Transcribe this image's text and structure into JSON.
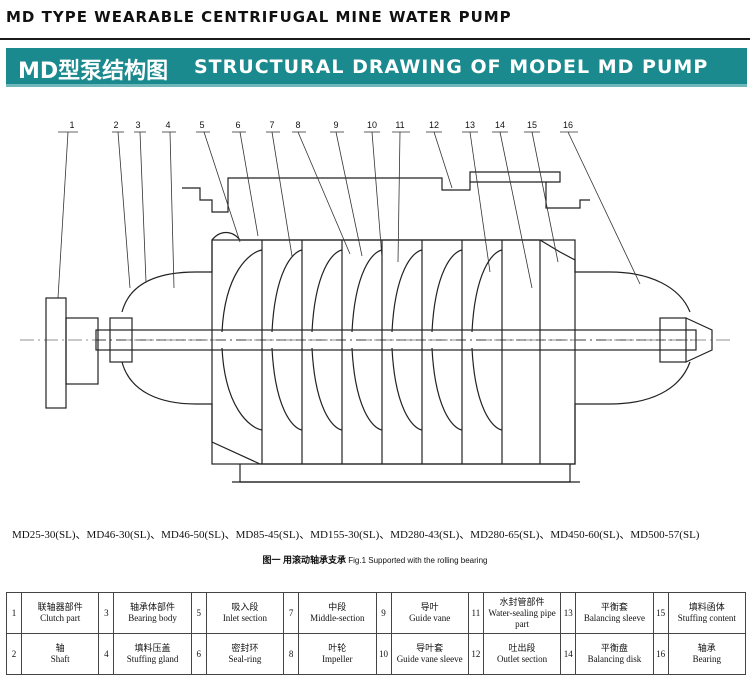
{
  "header": {
    "top_title": "MD TYPE WEARABLE CENTRIFUGAL MINE WATER PUMP",
    "banner_cn": "MD型泵结构图",
    "banner_en": "STRUCTURAL DRAWING OF MODEL MD PUMP"
  },
  "drawing": {
    "callouts": [
      "1",
      "2",
      "3",
      "4",
      "5",
      "6",
      "7",
      "8",
      "9",
      "10",
      "11",
      "12",
      "13",
      "14",
      "15",
      "16"
    ]
  },
  "models": "MD25-30(SL)、MD46-30(SL)、MD46-50(SL)、MD85-45(SL)、MD155-30(SL)、MD280-43(SL)、MD280-65(SL)、MD450-60(SL)、MD500-57(SL)",
  "caption": {
    "cn": "图一 用滚动轴承支承",
    "en": "Fig.1 Supported with the rolling bearing"
  },
  "parts": [
    {
      "no": "1",
      "zh": "联轴器部件",
      "en": "Clutch part"
    },
    {
      "no": "3",
      "zh": "轴承体部件",
      "en": "Bearing body"
    },
    {
      "no": "5",
      "zh": "吸入段",
      "en": "Inlet section"
    },
    {
      "no": "7",
      "zh": "中段",
      "en": "Middle-section"
    },
    {
      "no": "9",
      "zh": "导叶",
      "en": "Guide vane"
    },
    {
      "no": "11",
      "zh": "水封管部件",
      "en": "Water-sealing pipe part"
    },
    {
      "no": "13",
      "zh": "平衡套",
      "en": "Balancing sleeve"
    },
    {
      "no": "15",
      "zh": "填料函体",
      "en": "Stuffing content"
    },
    {
      "no": "2",
      "zh": "轴",
      "en": "Shaft"
    },
    {
      "no": "4",
      "zh": "填料压盖",
      "en": "Stuffing gland"
    },
    {
      "no": "6",
      "zh": "密封环",
      "en": "Seal-ring"
    },
    {
      "no": "8",
      "zh": "叶轮",
      "en": "Impeller"
    },
    {
      "no": "10",
      "zh": "导叶套",
      "en": "Guide vane sleeve"
    },
    {
      "no": "12",
      "zh": "吐出段",
      "en": "Outlet section"
    },
    {
      "no": "14",
      "zh": "平衡盘",
      "en": "Balancing disk"
    },
    {
      "no": "16",
      "zh": "轴承",
      "en": "Bearing"
    }
  ]
}
